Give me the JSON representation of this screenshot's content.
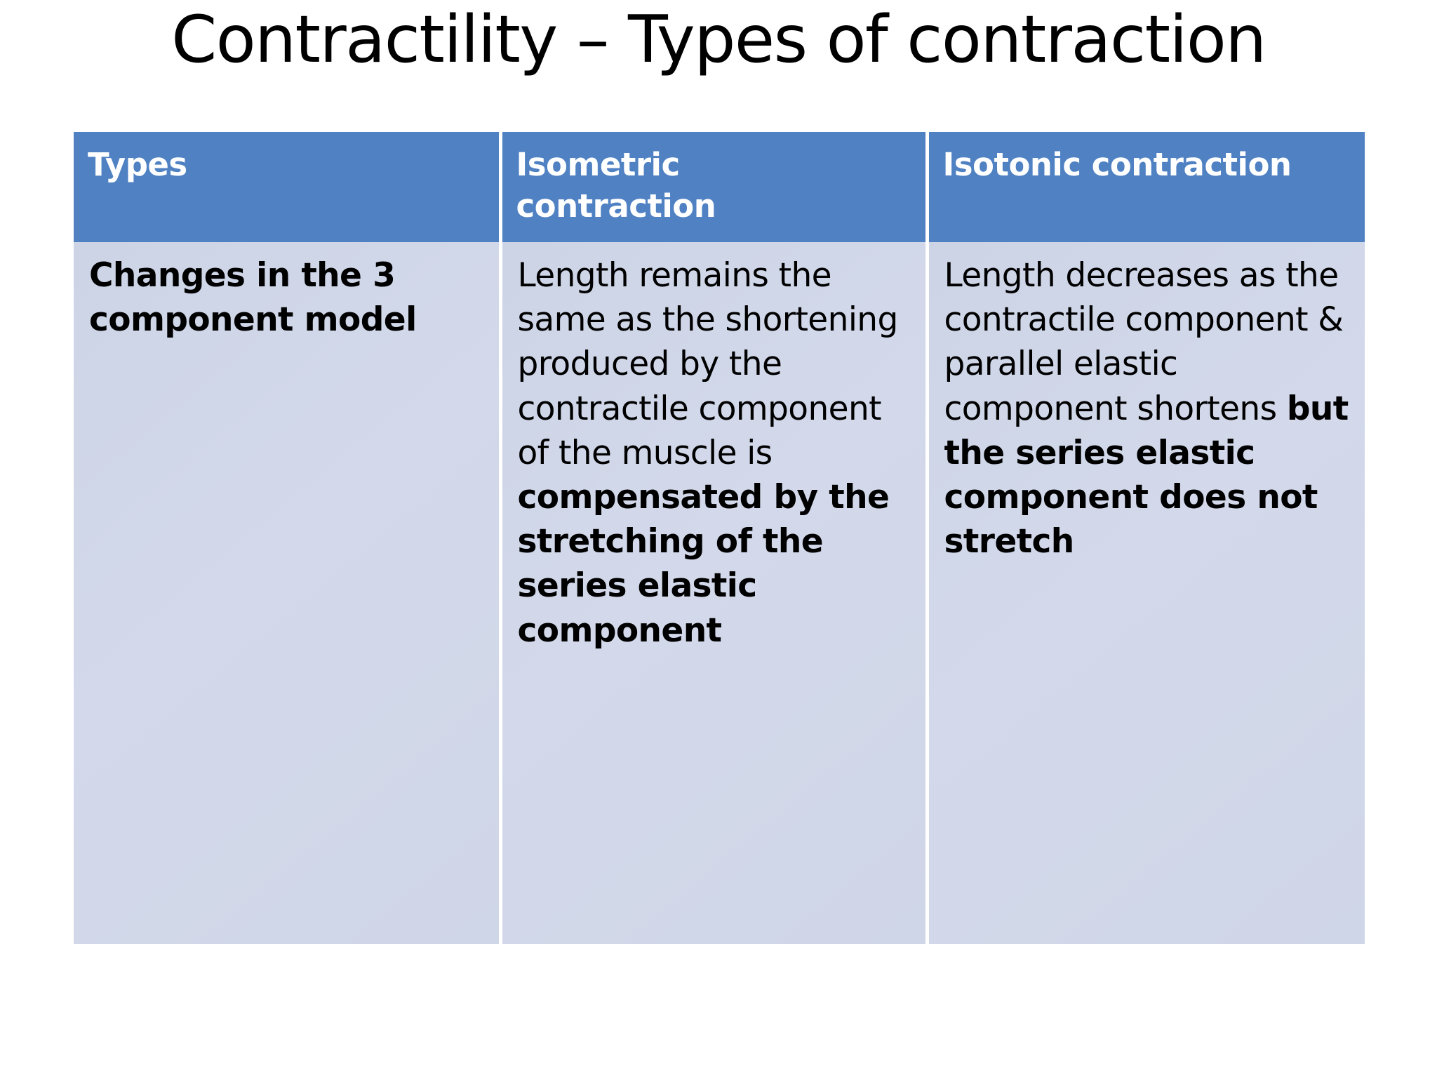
{
  "slide": {
    "title": "Contractility – Types of contraction",
    "colors": {
      "header_blue": "#4f81c3",
      "body_fill": "#cfd6e7",
      "header_text": "#ffffff",
      "body_text": "#000000",
      "background": "#ffffff"
    }
  },
  "table": {
    "headers": {
      "col1": "Types",
      "col2_line1": "Isometric",
      "col2_line2": "contraction",
      "col3": "Isotonic contraction"
    },
    "rows": [
      {
        "col1": "Changes in the 3 component model",
        "col2": {
          "normal_prefix": "Length remains the same as the shortening produced by the contractile component of the muscle is ",
          "bold_suffix": "compensated by the stretching of the series elastic component"
        },
        "col3": {
          "normal_prefix": "Length decreases as the contractile component  & parallel elastic component shortens ",
          "bold_suffix": "but the series elastic component does not stretch"
        }
      }
    ]
  }
}
